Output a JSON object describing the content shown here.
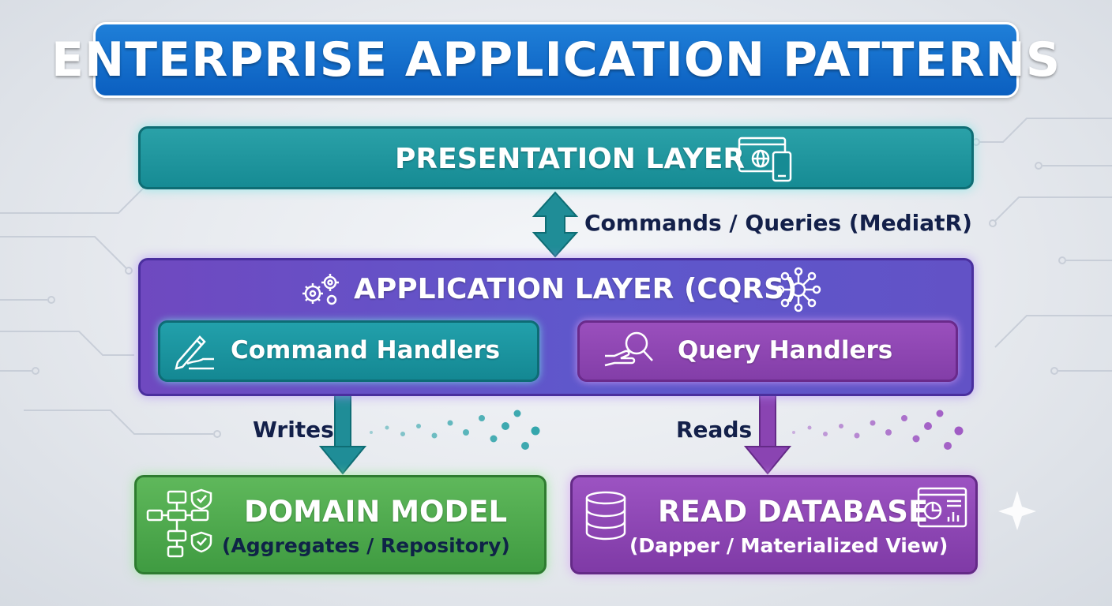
{
  "title": "ENTERPRISE APPLICATION PATTERNS",
  "presentation": {
    "label": "PRESENTATION LAYER",
    "icon": "web-and-mobile-icon"
  },
  "connector_top": {
    "label": "Commands / Queries (MediatR)",
    "icon": "double-arrow-icon"
  },
  "application": {
    "label": "APPLICATION LAYER (CQRS)",
    "left_icon": "gears-icon",
    "right_icon": "network-hub-icon",
    "command_handlers": {
      "label": "Command Handlers",
      "icon": "pen-hand-icon"
    },
    "query_handlers": {
      "label": "Query Handlers",
      "icon": "magnifier-hand-icon"
    }
  },
  "flows": {
    "writes": "Writes",
    "reads": "Reads"
  },
  "domain_model": {
    "title": "DOMAIN MODEL",
    "subtitle": "(Aggregates / Repository)",
    "icon": "aggregate-graph-shield-icon"
  },
  "read_database": {
    "title": "READ DATABASE",
    "subtitle": "(Dapper / Materialized View)",
    "left_icon": "database-icon",
    "right_icon": "dashboard-chart-icon"
  },
  "colors": {
    "title_blue": "#0b5fc0",
    "teal": "#168b94",
    "purple": "#6f49c0",
    "green": "#3f9b41",
    "violet": "#7f3aa6",
    "text_dark": "#13204a"
  }
}
